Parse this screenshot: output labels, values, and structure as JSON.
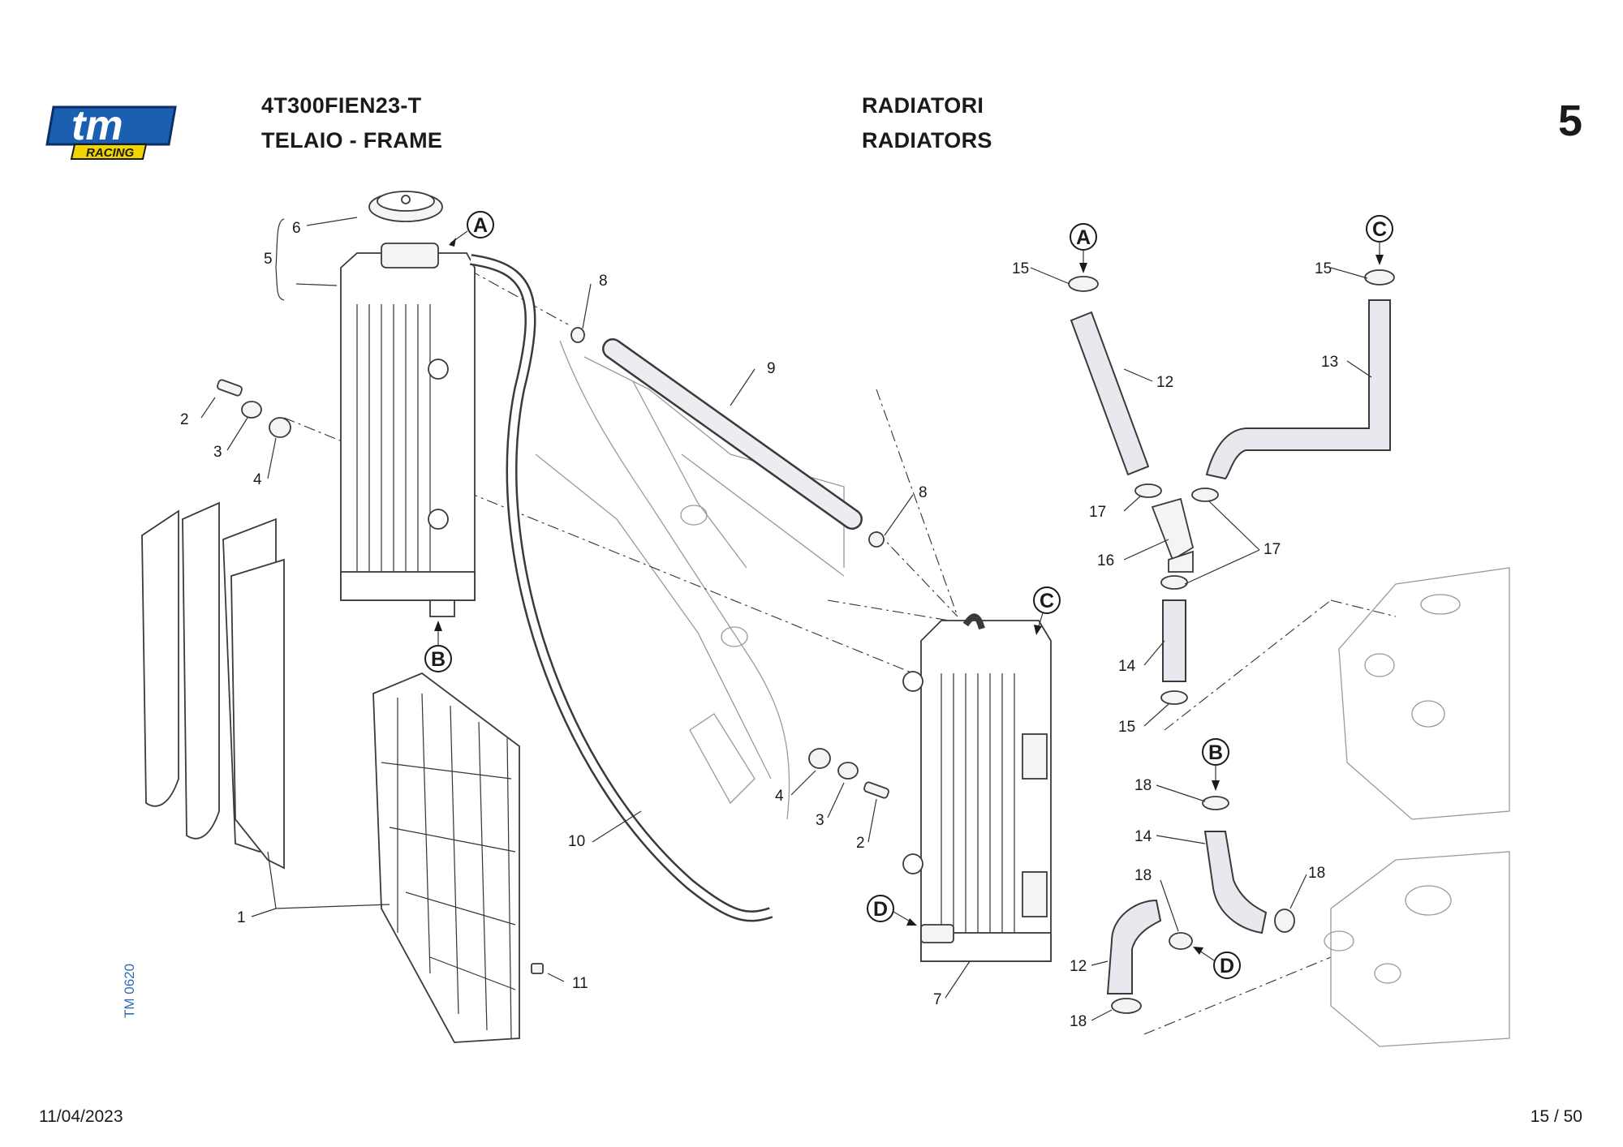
{
  "header": {
    "model": "4T300FIEN23-T",
    "group": "TELAIO - FRAME",
    "section_it": "RADIATORI",
    "section_en": "RADIATORS",
    "page_section": "5"
  },
  "logo": {
    "text_main": "tm",
    "text_sub": "RACING",
    "colors": {
      "main": "#1b5fb0",
      "sub_bg": "#f2d400"
    }
  },
  "side_reference": "TM 0620",
  "footer": {
    "date": "11/04/2023",
    "page": "15 / 50"
  },
  "part_labels": {
    "left": [
      "6",
      "5",
      "8",
      "2",
      "3",
      "4",
      "1",
      "11",
      "10",
      "9"
    ],
    "center": [
      "8",
      "4",
      "3",
      "2",
      "7"
    ],
    "right": [
      "15",
      "12",
      "17",
      "16",
      "17",
      "14",
      "15",
      "15",
      "13",
      "18",
      "14",
      "18",
      "12",
      "18",
      "18"
    ]
  },
  "connection_markers": [
    "A",
    "B",
    "C",
    "D",
    "A",
    "C",
    "B",
    "D"
  ]
}
